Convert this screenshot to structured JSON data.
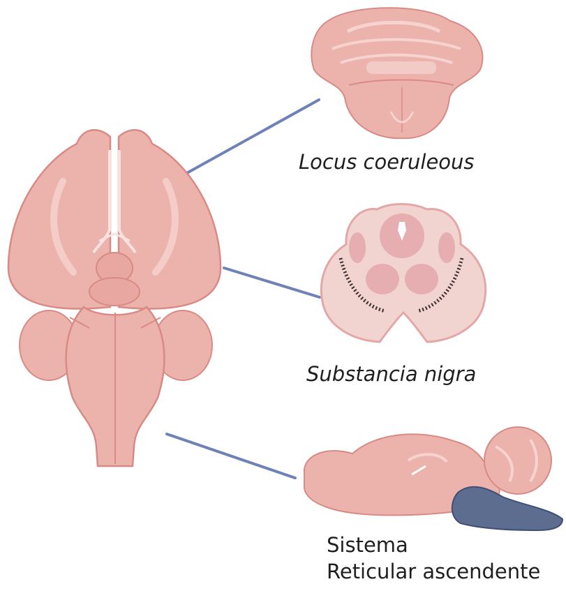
{
  "labels": {
    "locus": "Locus coeruleous",
    "substantia": "Substancia nigra",
    "reticular_line1": "Sistema",
    "reticular_line2": "Reticular ascendente"
  },
  "colors": {
    "brain_fill": "#ecb3ad",
    "brain_light": "#f3cbc6",
    "brain_outline": "#d98a84",
    "section_fill": "#f1d3cf",
    "section_inner": "#e6aeb1",
    "highlight_blue": "#5d6d90",
    "connector": "#6e82b8",
    "nigra_dots": "#3a2d2d"
  },
  "icons": [
    "brain-ventral-view",
    "brainstem-section",
    "midbrain-section",
    "sagittal-brain"
  ]
}
